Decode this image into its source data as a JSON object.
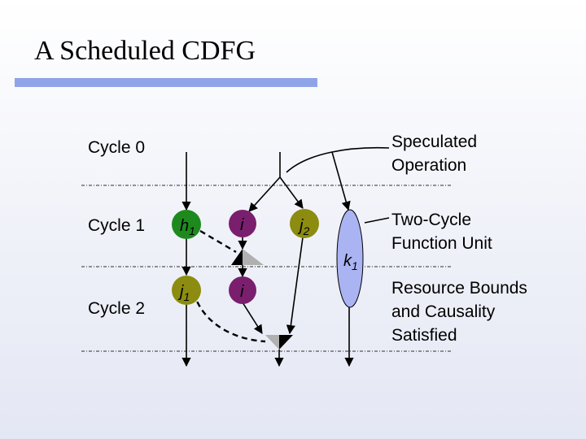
{
  "slide": {
    "title": "A Scheduled CDFG"
  },
  "cycles": [
    {
      "label": "Cycle 0"
    },
    {
      "label": "Cycle 1"
    },
    {
      "label": "Cycle 2"
    }
  ],
  "annotations": {
    "speculated": [
      "Speculated",
      "Operation"
    ],
    "two_cycle": [
      "Two-Cycle",
      "Function Unit"
    ],
    "resource": [
      "Resource Bounds",
      "and Causality",
      "Satisfied"
    ]
  },
  "nodes": [
    {
      "id": "h1",
      "base": "h",
      "sub": "1",
      "color": "#1e8a1e"
    },
    {
      "id": "i1",
      "base": "i",
      "sub": "",
      "color": "#7a1f6e"
    },
    {
      "id": "j2",
      "base": "j",
      "sub": "2",
      "color": "#8c8c10"
    },
    {
      "id": "j1",
      "base": "j",
      "sub": "1",
      "color": "#8c8c10"
    },
    {
      "id": "i2",
      "base": "i",
      "sub": "",
      "color": "#7a1f6e"
    },
    {
      "id": "k1",
      "base": "k",
      "sub": "1",
      "color": "#aab4f2"
    }
  ],
  "colors": {
    "accent_bar": "#8fa4e8",
    "line": "#000000",
    "separator": "#555555",
    "mux_gray": "#b0b0b0"
  }
}
